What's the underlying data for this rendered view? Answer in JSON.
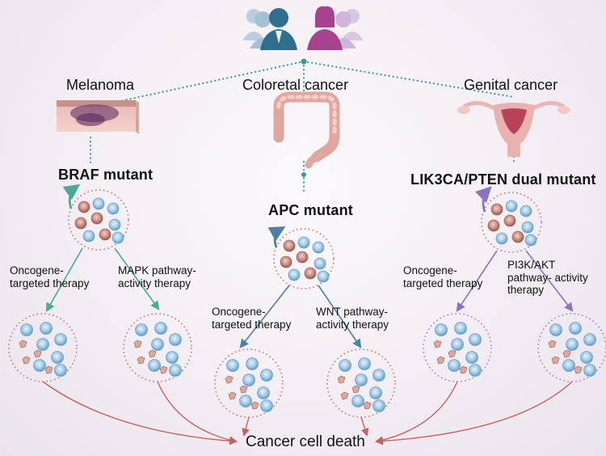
{
  "diseases": {
    "melanoma": "Melanoma",
    "colorectal": "Coloretal cancer",
    "genital": "Genital cancer"
  },
  "mutants": {
    "braf": "BRAF mutant",
    "apc": "APC mutant",
    "pik3ca": "LIK3CA/PTEN dual mutant"
  },
  "therapies": {
    "melanoma_left": [
      "Oncogene-",
      "targeted therapy"
    ],
    "melanoma_right": [
      "MAPK pathway-",
      "activity therapy"
    ],
    "colorectal_left": [
      "Oncogene-",
      "targeted therapy"
    ],
    "colorectal_right": [
      "WNT pathway-",
      "activity therapy"
    ],
    "genital_left": [
      "Oncogene-",
      "targeted therapy"
    ],
    "genital_right": [
      "PI3K/AKT",
      "pathway- activity",
      "therapy"
    ]
  },
  "outcome": "Cancer cell death",
  "colors": {
    "dots": "#3a9a8e",
    "arrow_teal": "#4aaa96",
    "arrow_blue": "#4e7fa6",
    "arrow_purple": "#8b73c4",
    "arrow_red": "#c9605f",
    "person_male": "#2e6e8f",
    "person_female": "#a8428f"
  }
}
